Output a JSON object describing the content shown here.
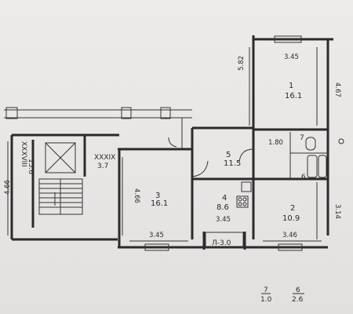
{
  "plan": {
    "rooms": [
      {
        "number": "1",
        "area": "16.1"
      },
      {
        "number": "2",
        "area": "10.9"
      },
      {
        "number": "3",
        "area": "16.1"
      },
      {
        "number": "4",
        "area": "8.6"
      },
      {
        "number": "5",
        "area": "11.5"
      },
      {
        "number": "6",
        "area": ""
      },
      {
        "number": "7",
        "area": ""
      }
    ],
    "stair_unit": {
      "label": "XXXVIII",
      "area": "15.6"
    },
    "lobby": {
      "label": "XXXIX",
      "area": "3.7"
    },
    "balcony": {
      "label": "Л-3.0"
    },
    "dimensions": {
      "room1_top": "3.45",
      "room1_right": "4.67",
      "room1_left": "5.82",
      "bath_block_width": "1.80",
      "room2_right": "3.14",
      "room2_bottom": "3.46",
      "room3_left": "4.66",
      "room3_bottom": "3.45",
      "room4_bottom": "3.45",
      "stair_left": "4.66"
    },
    "legend": [
      {
        "number": "7",
        "area": "1.0"
      },
      {
        "number": "6",
        "area": "2.6"
      }
    ]
  }
}
